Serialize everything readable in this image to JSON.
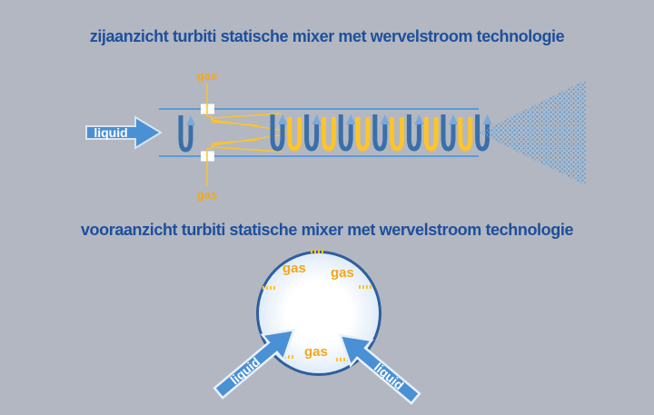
{
  "colors": {
    "background": "#b3b7c1",
    "title_blue": "#1d4f9c",
    "gas_orange": "#f2a71e",
    "nozzle_yellow": "#ffc428",
    "element_steel_blue": "#3a70aa",
    "element_arrowhead_blue": "#79a9d9",
    "pipe_blue": "#5b9bd5",
    "liquid_arrow_blue": "#4a90d5",
    "circle_border_blue": "#2d5f9e"
  },
  "side_view": {
    "title": "zijaanzicht turbiti statische mixer met wervelstroom technologie",
    "liquid_label": "liquid",
    "gas_label_top": "gas",
    "gas_label_bottom": "gas",
    "mixer_elements": [
      "blue-arrow-u",
      "yellow-u",
      "blue-arrow-u",
      "yellow-u",
      "blue-arrow-u",
      "yellow-u",
      "blue-arrow-u",
      "yellow-u",
      "blue-arrow-u",
      "yellow-u",
      "blue-arrow-u",
      "yellow-u",
      "blue-arrow-u"
    ]
  },
  "front_view": {
    "title": "vooraanzicht turbiti statische mixer met wervelstroom technologie",
    "gas_labels": [
      "gas",
      "gas",
      "gas"
    ],
    "liquid_label_left": "liquid",
    "liquid_label_right": "liquid"
  }
}
